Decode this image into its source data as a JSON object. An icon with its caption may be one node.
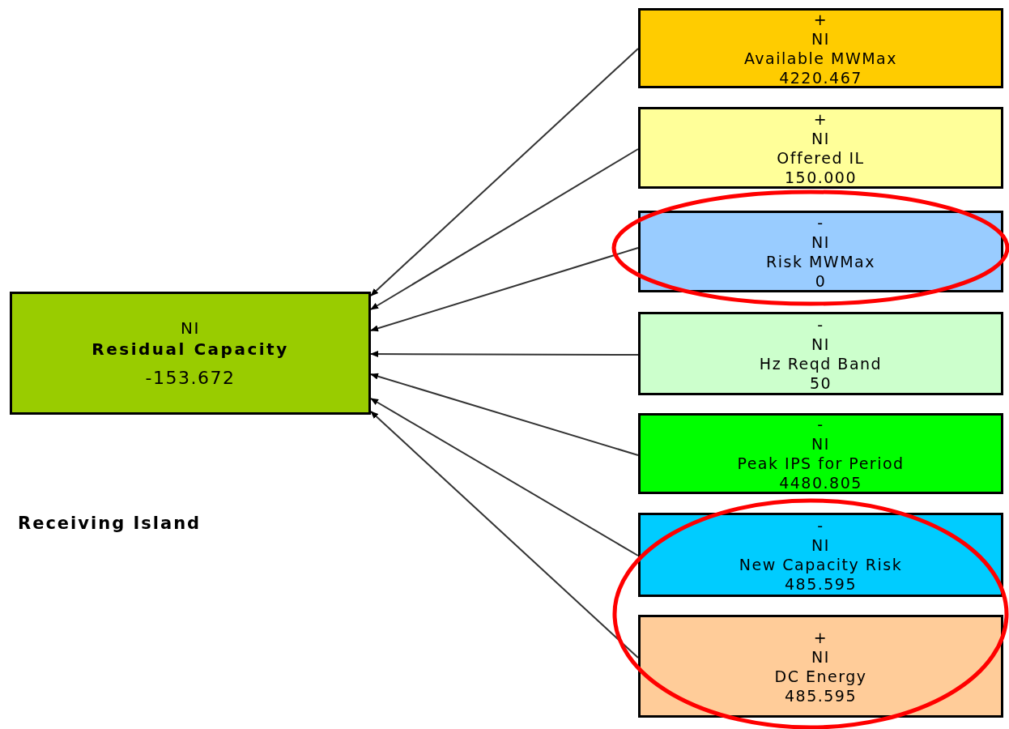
{
  "diagram": {
    "nodes": [
      {
        "text": [
          "NI",
          "Residual Capacity",
          "-153.672"
        ]
      },
      {
        "text": [
          "+",
          "NI",
          "Available MWMax",
          "4220.467"
        ]
      },
      {
        "text": [
          "+",
          "NI",
          "Offered IL",
          "150.000"
        ]
      },
      {
        "text": [
          "-",
          "NI",
          "Risk MWMax",
          "0"
        ]
      },
      {
        "text": [
          "-",
          "NI",
          "Hz Reqd Band",
          "50"
        ]
      },
      {
        "text": [
          "-",
          "NI",
          "Peak IPS for Period",
          "4480.805"
        ]
      },
      {
        "text": [
          "-",
          "NI",
          "New Capacity Risk",
          "485.595"
        ]
      },
      {
        "text": [
          "+",
          "NI",
          "DC Energy",
          "485.595"
        ]
      }
    ],
    "edges": [
      {
        "from": 1,
        "to": 0,
        "arrow": "to"
      },
      {
        "from": 2,
        "to": 0,
        "arrow": "to"
      },
      {
        "from": 3,
        "to": 0,
        "arrow": "to"
      },
      {
        "from": 4,
        "to": 0,
        "arrow": "to"
      },
      {
        "from": 5,
        "to": 0,
        "arrow": "to"
      },
      {
        "from": 6,
        "to": 0,
        "arrow": "to"
      },
      {
        "from": 7,
        "to": 0,
        "arrow": "to"
      }
    ],
    "labels": [
      "Receiving Island"
    ]
  }
}
